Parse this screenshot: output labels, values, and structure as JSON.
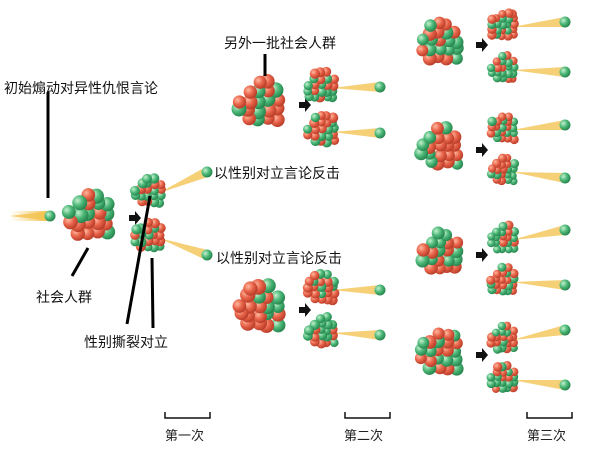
{
  "labels": {
    "initial_incitement": "初始煽动对异性仇恨言论",
    "social_group": "社会人群",
    "gender_split": "性别撕裂对立",
    "counter_top": "以性别对立言论反击",
    "counter_bottom": "以性别对立言论反击",
    "another_group": "另外一批社会人群"
  },
  "generations": [
    "第一次",
    "第二次",
    "第三次"
  ],
  "colors": {
    "red": "#e8644a",
    "green": "#4cb878",
    "beam": "#f3c04a",
    "arrow": "#111111"
  }
}
